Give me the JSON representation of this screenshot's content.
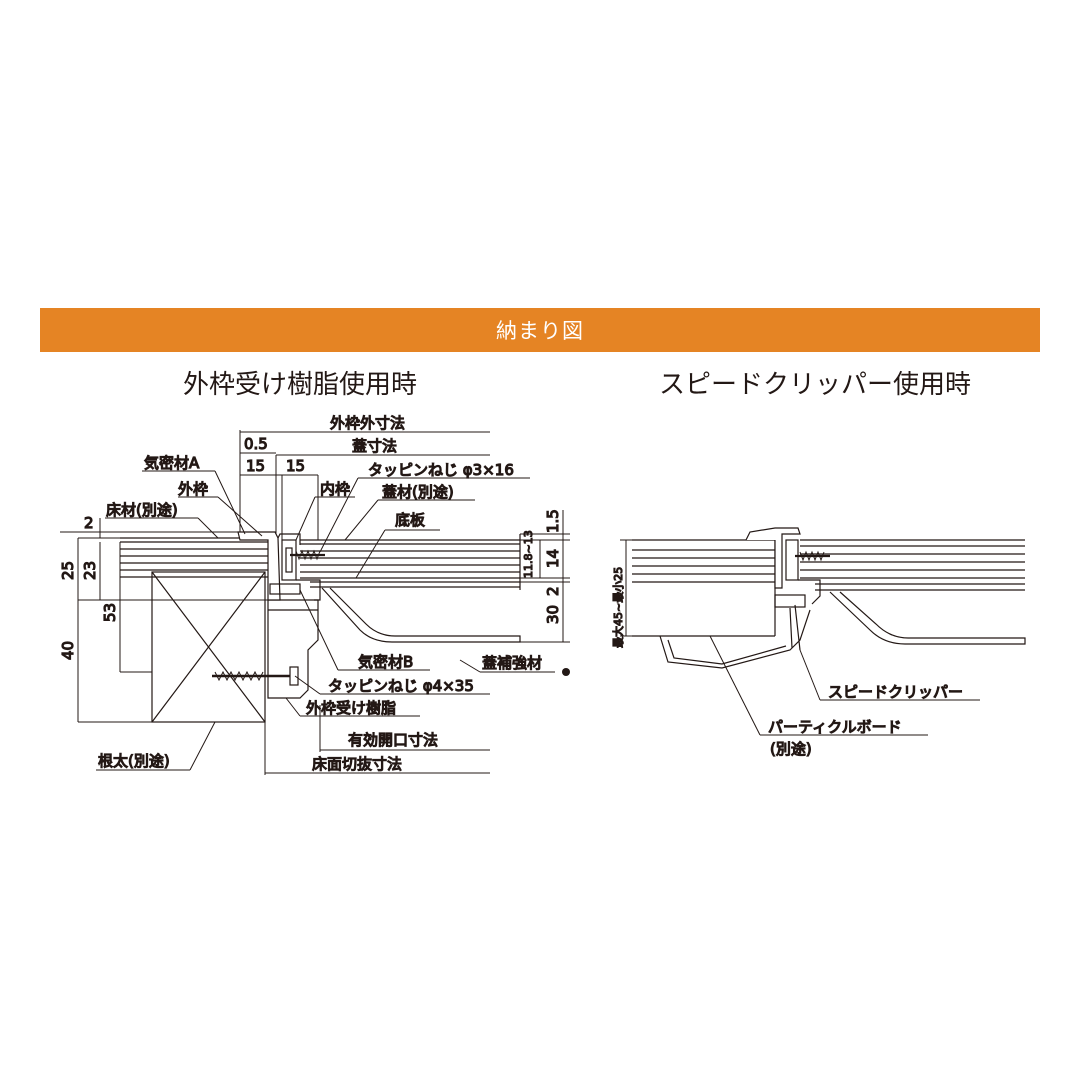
{
  "header": {
    "title": "納まり図"
  },
  "left": {
    "title": "外枠受け樹脂使用時",
    "labels": {
      "outer_frame_outer_dim": "外枠外寸法",
      "lid_dim": "蓋寸法",
      "dim_05": "0.5",
      "dim_15a": "15",
      "dim_15b": "15",
      "airtight_a": "気密材A",
      "outer_frame": "外枠",
      "inner_frame": "内枠",
      "tapping_screw_small": "タッピンねじ φ3×16",
      "lid_material": "蓋材(別途)",
      "bottom_plate": "底板",
      "floor_material": "床材(別途)",
      "dim_2_top": "2",
      "dim_25": "25",
      "dim_23": "23",
      "dim_53": "53",
      "dim_40": "40",
      "dim_15_right": "1.5",
      "dim_14": "14",
      "dim_118_13": "11.8~13",
      "dim_2_right": "2",
      "dim_30": "30",
      "airtight_b": "気密材B",
      "lid_reinforcement": "蓋補強材",
      "tapping_screw_large": "タッピンねじ φ4×35",
      "outer_frame_resin": "外枠受け樹脂",
      "effective_opening": "有効開口寸法",
      "floor_cutout": "床面切抜寸法",
      "joist": "根太(別途)"
    }
  },
  "right": {
    "title": "スピードクリッパー使用時",
    "labels": {
      "max_min": "最大45~最小25",
      "speed_clipper": "スピードクリッパー",
      "particle_board": "パーティクルボード",
      "particle_board_note": "(別途)"
    }
  },
  "colors": {
    "banner": "#e58424",
    "line": "#231815",
    "fill": "#ffffff"
  }
}
